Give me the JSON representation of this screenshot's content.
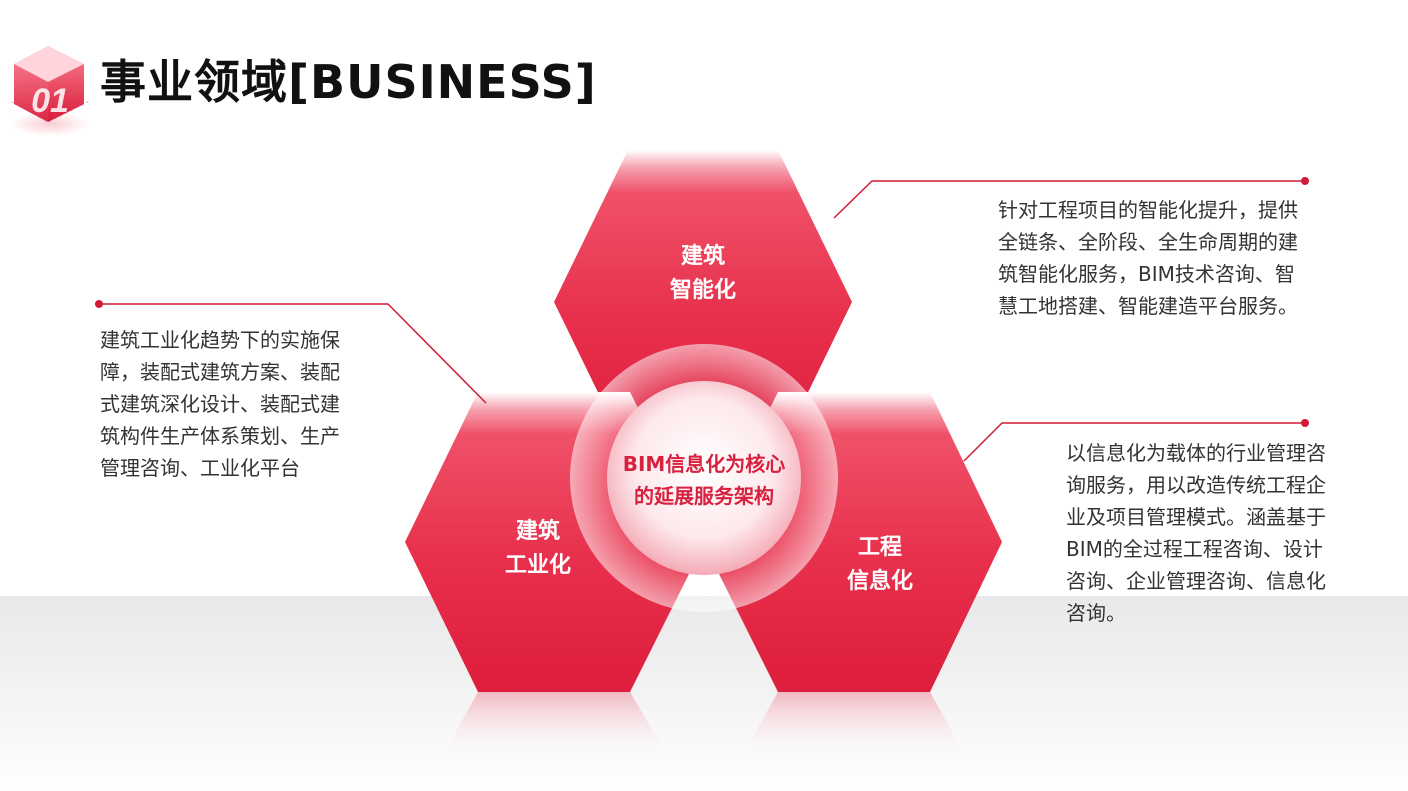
{
  "header": {
    "badge_number": "01",
    "title": "事业领域[BUSINESS]"
  },
  "colors": {
    "accent": "#e3213f",
    "accent_light": "#f0596f",
    "line": "#d11a36"
  },
  "diagram": {
    "center": {
      "line1": "BIM信息化为核心",
      "line2": "的延展服务架构"
    },
    "hexagons": {
      "top": {
        "line1": "建筑",
        "line2": "智能化"
      },
      "left": {
        "line1": "建筑",
        "line2": "工业化"
      },
      "right": {
        "line1": "工程",
        "line2": "信息化"
      }
    }
  },
  "descriptions": {
    "top_right": "针对工程项目的智能化提升，提供全链条、全阶段、全生命周期的建筑智能化服务，BIM技术咨询、智慧工地搭建、智能建造平台服务。",
    "left": "建筑工业化趋势下的实施保障，装配式建筑方案、装配式建筑深化设计、装配式建筑构件生产体系策划、生产管理咨询、工业化平台",
    "bottom_right": "以信息化为载体的行业管理咨询服务，用以改造传统工程企业及项目管理模式。涵盖基于BIM的全过程工程咨询、设计咨询、企业管理咨询、信息化咨询。"
  }
}
